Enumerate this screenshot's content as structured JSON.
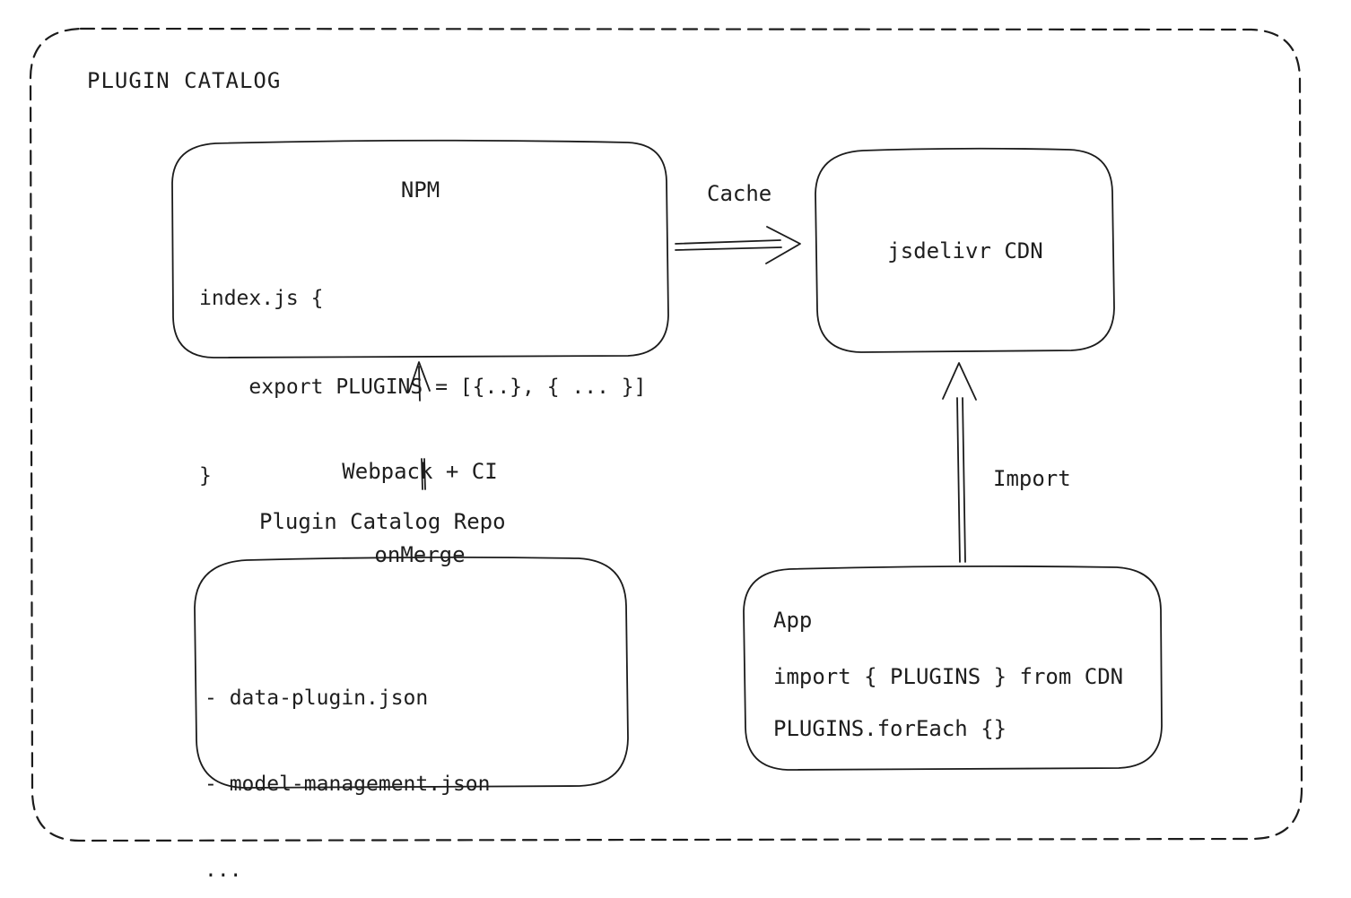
{
  "canvas": {
    "title": "PLUGIN CATALOG",
    "background_color": "#ffffff",
    "stroke_color": "#1c1c1c",
    "text_color": "#1e1e1e"
  },
  "nodes": {
    "npm": {
      "title": "NPM",
      "code_lines": [
        "index.js {",
        "    export PLUGINS = [{..}, { ... }]",
        "}"
      ]
    },
    "cdn": {
      "label": "jsdelivr CDN"
    },
    "repo": {
      "heading": "Plugin Catalog Repo",
      "files": [
        "- data-plugin.json",
        "- model-management.json",
        "..."
      ]
    },
    "app": {
      "title": "App",
      "code_lines": [
        "import { PLUGINS } from CDN",
        "PLUGINS.forEach {}"
      ]
    }
  },
  "edges": {
    "cache": {
      "label": "Cache"
    },
    "build": {
      "label_lines": [
        "Webpack + CI",
        "onMerge"
      ]
    },
    "import": {
      "label": "Import"
    }
  }
}
